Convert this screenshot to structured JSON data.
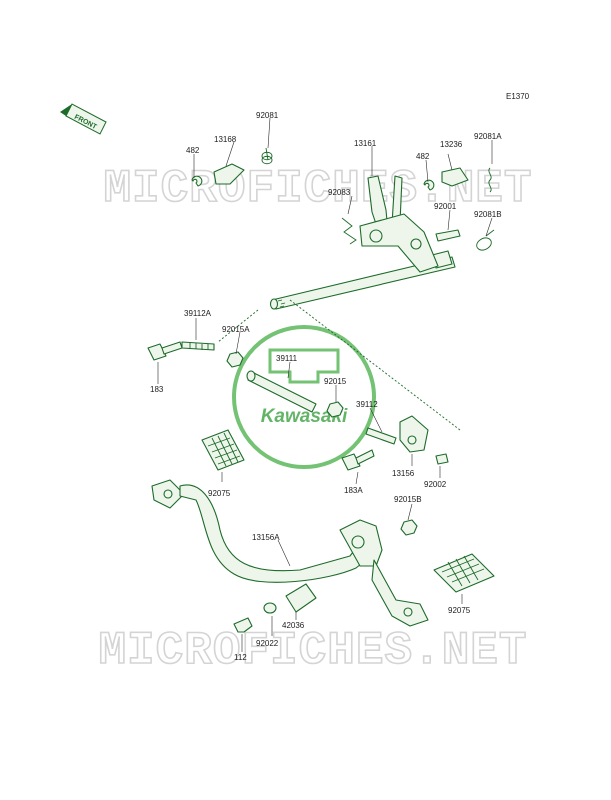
{
  "diagram_code": "E1370",
  "front_label": "FRONT",
  "watermark_text": "MICROFICHES.NET",
  "logo_text": "Kawasaki",
  "colors": {
    "line": "#1d6b2a",
    "fill": "#eef6ec",
    "watermark": "#d9d9d9",
    "logo": "#4aa84e"
  },
  "part_labels": {
    "p482_left": "482",
    "p13168": "13168",
    "p92081": "92081",
    "p13161": "13161",
    "p482_right": "482",
    "p13236": "13236",
    "p92081A": "92081A",
    "p92083": "92083",
    "p92001": "92001",
    "p92081B": "92081B",
    "p39112A": "39112A",
    "p92015A": "92015A",
    "p183": "183",
    "p39111": "39111",
    "p92015": "92015",
    "p39112": "39112",
    "p13156": "13156",
    "p92002": "92002",
    "p183A": "183A",
    "p92015B": "92015B",
    "p92075_left": "92075",
    "p13156A": "13156A",
    "p42036": "42036",
    "p92022": "92022",
    "p112": "112",
    "p92075_right": "92075"
  }
}
